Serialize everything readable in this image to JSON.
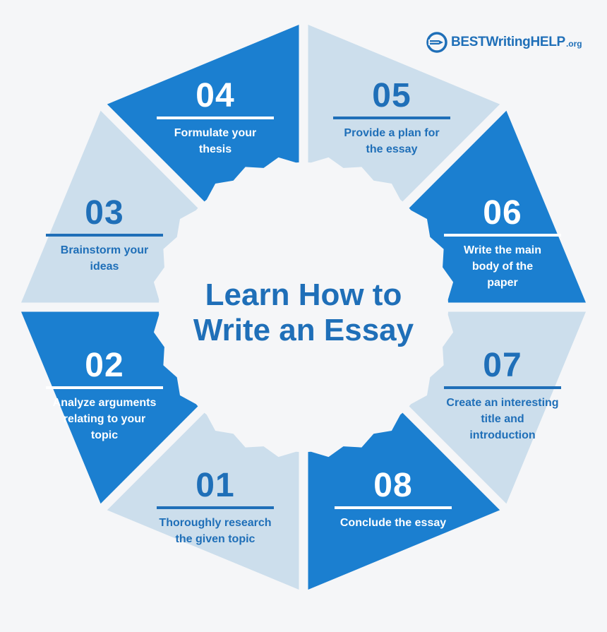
{
  "brand": {
    "name": "BESTWritingHELP",
    "suffix": ".org",
    "icon": "pen-circle-icon"
  },
  "center": {
    "title_line1": "Learn How to",
    "title_line2": "Write an Essay"
  },
  "colors": {
    "dark": "#1b7fd0",
    "light": "#ccdeec",
    "text_blue": "#1f6fb8",
    "background": "#f5f6f8"
  },
  "steps": [
    {
      "number": "01",
      "lines": [
        "Thoroughly research",
        "the given topic"
      ],
      "shade": "light"
    },
    {
      "number": "02",
      "lines": [
        "Analyze arguments",
        "relating to your",
        "topic"
      ],
      "shade": "dark"
    },
    {
      "number": "03",
      "lines": [
        "Brainstorm your",
        "ideas"
      ],
      "shade": "light"
    },
    {
      "number": "04",
      "lines": [
        "Formulate your",
        "thesis"
      ],
      "shade": "dark"
    },
    {
      "number": "05",
      "lines": [
        "Provide a plan for",
        "the essay"
      ],
      "shade": "light"
    },
    {
      "number": "06",
      "lines": [
        "Write the main",
        "body of the",
        "paper"
      ],
      "shade": "dark"
    },
    {
      "number": "07",
      "lines": [
        "Create an interesting",
        "title and",
        "introduction"
      ],
      "shade": "light"
    },
    {
      "number": "08",
      "lines": [
        "Conclude the essay"
      ],
      "shade": "dark"
    }
  ]
}
